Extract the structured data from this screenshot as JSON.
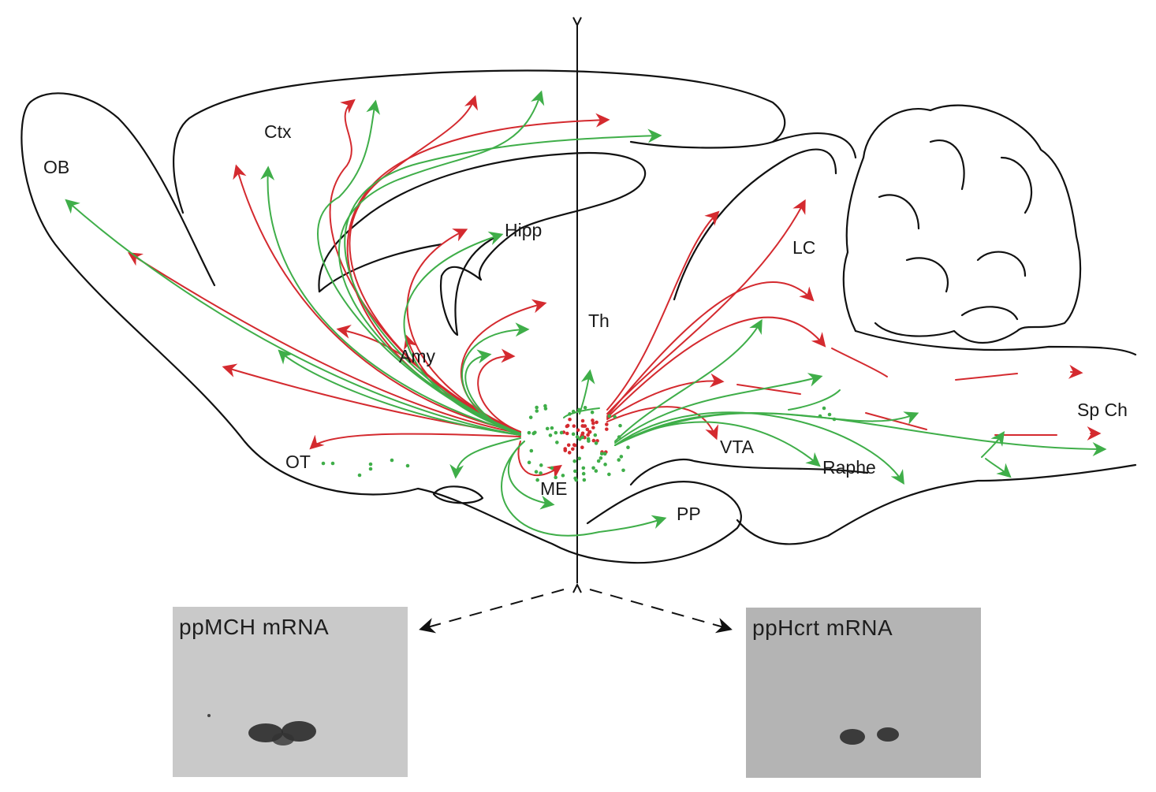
{
  "figure": {
    "labels": {
      "ob": "OB",
      "ctx": "Ctx",
      "hipp": "Hipp",
      "amy": "Amy",
      "th": "Th",
      "lc": "LC",
      "ot": "OT",
      "me": "ME",
      "pp": "PP",
      "vta": "VTA",
      "raphe": "Raphe",
      "sp_ch": "Sp Ch"
    },
    "colors": {
      "mch_projection": "#d42a2f",
      "hcrt_projection": "#3fae49",
      "outline": "#111111"
    },
    "insets": [
      {
        "title": "ppMCH mRNA",
        "background": "#c9c9c9"
      },
      {
        "title": "ppHcrt mRNA",
        "background": "#b4b4b4"
      }
    ]
  }
}
